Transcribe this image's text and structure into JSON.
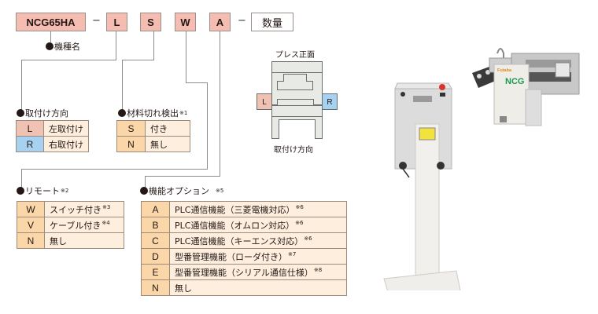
{
  "model_code": {
    "base": "NCG65HA",
    "separator": "−",
    "segments": [
      "L",
      "S",
      "W",
      "A"
    ],
    "quantity_label": "数量",
    "base_caption": "機種名"
  },
  "mounting_direction": {
    "title": "取付け方向",
    "options": [
      {
        "code": "L",
        "label": "左取付け"
      },
      {
        "code": "R",
        "label": "右取付け"
      }
    ]
  },
  "material_out_detection": {
    "title": "材料切れ検出",
    "note": "※1",
    "options": [
      {
        "code": "S",
        "label": "付き"
      },
      {
        "code": "N",
        "label": "無し"
      }
    ]
  },
  "remote": {
    "title": "リモート",
    "note": "※2",
    "options": [
      {
        "code": "W",
        "label": "スイッチ付き",
        "note": "※3"
      },
      {
        "code": "V",
        "label": "ケーブル付き",
        "note": "※4"
      },
      {
        "code": "N",
        "label": "無し",
        "note": ""
      }
    ]
  },
  "function_options": {
    "title": "機能オプション",
    "note": "※5",
    "options": [
      {
        "code": "A",
        "label": "PLC通信機能（三菱電機対応）",
        "note": "※6"
      },
      {
        "code": "B",
        "label": "PLC通信機能（オムロン対応）",
        "note": "※6"
      },
      {
        "code": "C",
        "label": "PLC通信機能（キーエンス対応）",
        "note": "※6"
      },
      {
        "code": "D",
        "label": "型番管理機能（ローダ付き）",
        "note": "※7"
      },
      {
        "code": "E",
        "label": "型番管理機能（シリアル通信仕様）",
        "note": "※8"
      },
      {
        "code": "N",
        "label": "無し",
        "note": ""
      }
    ]
  },
  "press_diagram": {
    "title": "プレス正面",
    "caption": "取付け方向",
    "left_label": "L",
    "right_label": "R"
  },
  "product_photo": {
    "brand": "Futaba",
    "model": "NCG"
  },
  "colors": {
    "code_box": "#f5bdb2",
    "option_key": "#fbd6a8",
    "option_value": "#fdeedd",
    "left_key": "#f0c2b3",
    "right_key": "#a6d1f0",
    "model_text": "#1a9a4a",
    "brand_text": "#e08a1a"
  }
}
